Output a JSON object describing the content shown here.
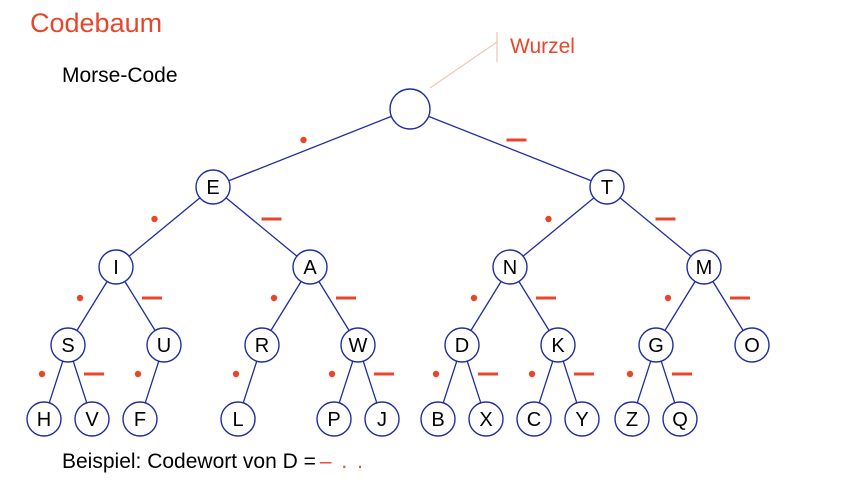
{
  "title": "Codebaum",
  "subtitle": "Morse-Code",
  "root_label": "Wurzel",
  "example": {
    "text": "Beispiel: Codewort von D =",
    "code": "– . ."
  },
  "colors": {
    "accent": "#e8462c",
    "edge": "#1f2d9e",
    "text": "#000000"
  },
  "tree": {
    "root": {
      "label": "",
      "dot": {
        "label": "E",
        "dot": {
          "label": "I",
          "dot": {
            "label": "S",
            "dot": {
              "label": "H"
            },
            "dash": {
              "label": "V"
            }
          },
          "dash": {
            "label": "U",
            "dot": {
              "label": "F"
            }
          }
        },
        "dash": {
          "label": "A",
          "dot": {
            "label": "R",
            "dot": {
              "label": "L"
            }
          },
          "dash": {
            "label": "W",
            "dot": {
              "label": "P"
            },
            "dash": {
              "label": "J"
            }
          }
        }
      },
      "dash": {
        "label": "T",
        "dot": {
          "label": "N",
          "dot": {
            "label": "D",
            "dot": {
              "label": "B"
            },
            "dash": {
              "label": "X"
            }
          },
          "dash": {
            "label": "K",
            "dot": {
              "label": "C"
            },
            "dash": {
              "label": "Y"
            }
          }
        },
        "dash": {
          "label": "M",
          "dot": {
            "label": "G",
            "dot": {
              "label": "Z"
            },
            "dash": {
              "label": "Q"
            }
          },
          "dash": {
            "label": "O"
          }
        }
      }
    }
  }
}
